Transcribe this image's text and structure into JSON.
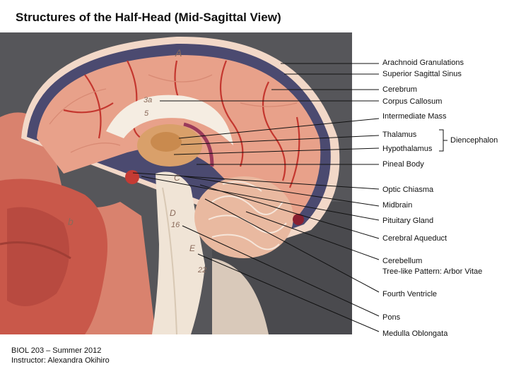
{
  "title": "Structures of the Half-Head (Mid-Sagittal View)",
  "labels": {
    "arachnoid": "Arachnoid Granulations",
    "sinus": "Superior Sagittal Sinus",
    "cerebrum": "Cerebrum",
    "corpus": "Corpus Callosum",
    "intermediate": "Intermediate Mass",
    "thalamus": "Thalamus",
    "hypothalamus": "Hypothalamus",
    "diencephalon": "Diencephalon",
    "pineal": "Pineal Body",
    "optic": "Optic Chiasma",
    "midbrain": "Midbrain",
    "pituitary": "Pituitary Gland",
    "aqueduct": "Cerebral Aqueduct",
    "cerebellum": "Cerebellum",
    "arbor": "Tree-like Pattern: Arbor Vitae",
    "fourth": "Fourth Ventricle",
    "pons": "Pons",
    "medulla": "Medulla Oblongata"
  },
  "model_marks": {
    "a": "A",
    "three_a": "3a",
    "five": "5",
    "b": "b",
    "c": "C",
    "d": "D",
    "sixteen": "16",
    "e": "E",
    "twentytwo": "22"
  },
  "footer": {
    "course": "BIOL 203 – Summer 2012",
    "instructor": "Instructor: Alexandra Okihiro"
  }
}
